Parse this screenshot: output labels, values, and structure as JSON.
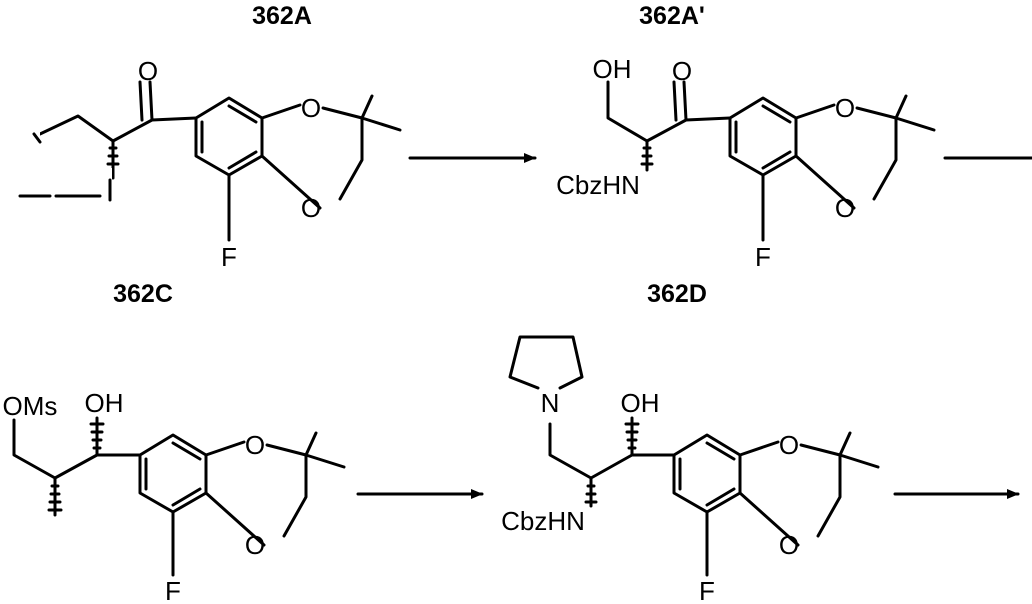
{
  "compounds": {
    "c362A": {
      "id": "362A"
    },
    "c362A_prime": {
      "id": "362A'",
      "oh": "OH",
      "o_carbonyl": "O",
      "nh": "CbzHN",
      "o_ring_1": "O",
      "o_ring_2": "O",
      "f": "F"
    },
    "c362C": {
      "id": "362C",
      "oms": "OMs",
      "oh": "OH",
      "o_ring_1": "O",
      "o_ring_2": "O",
      "f": "F"
    },
    "c362D": {
      "id": "362D",
      "n": "N",
      "oh": "OH",
      "nh": "CbzHN",
      "o_ring_1": "O",
      "o_ring_2": "O",
      "f": "F"
    }
  },
  "c362A_labels": {
    "o_carbonyl": "O",
    "o_ring_1": "O",
    "o_ring_2": "O",
    "f": "F"
  },
  "arrows": [
    "reaction-arrow-1",
    "reaction-arrow-2",
    "reaction-arrow-3",
    "reaction-arrow-4"
  ]
}
